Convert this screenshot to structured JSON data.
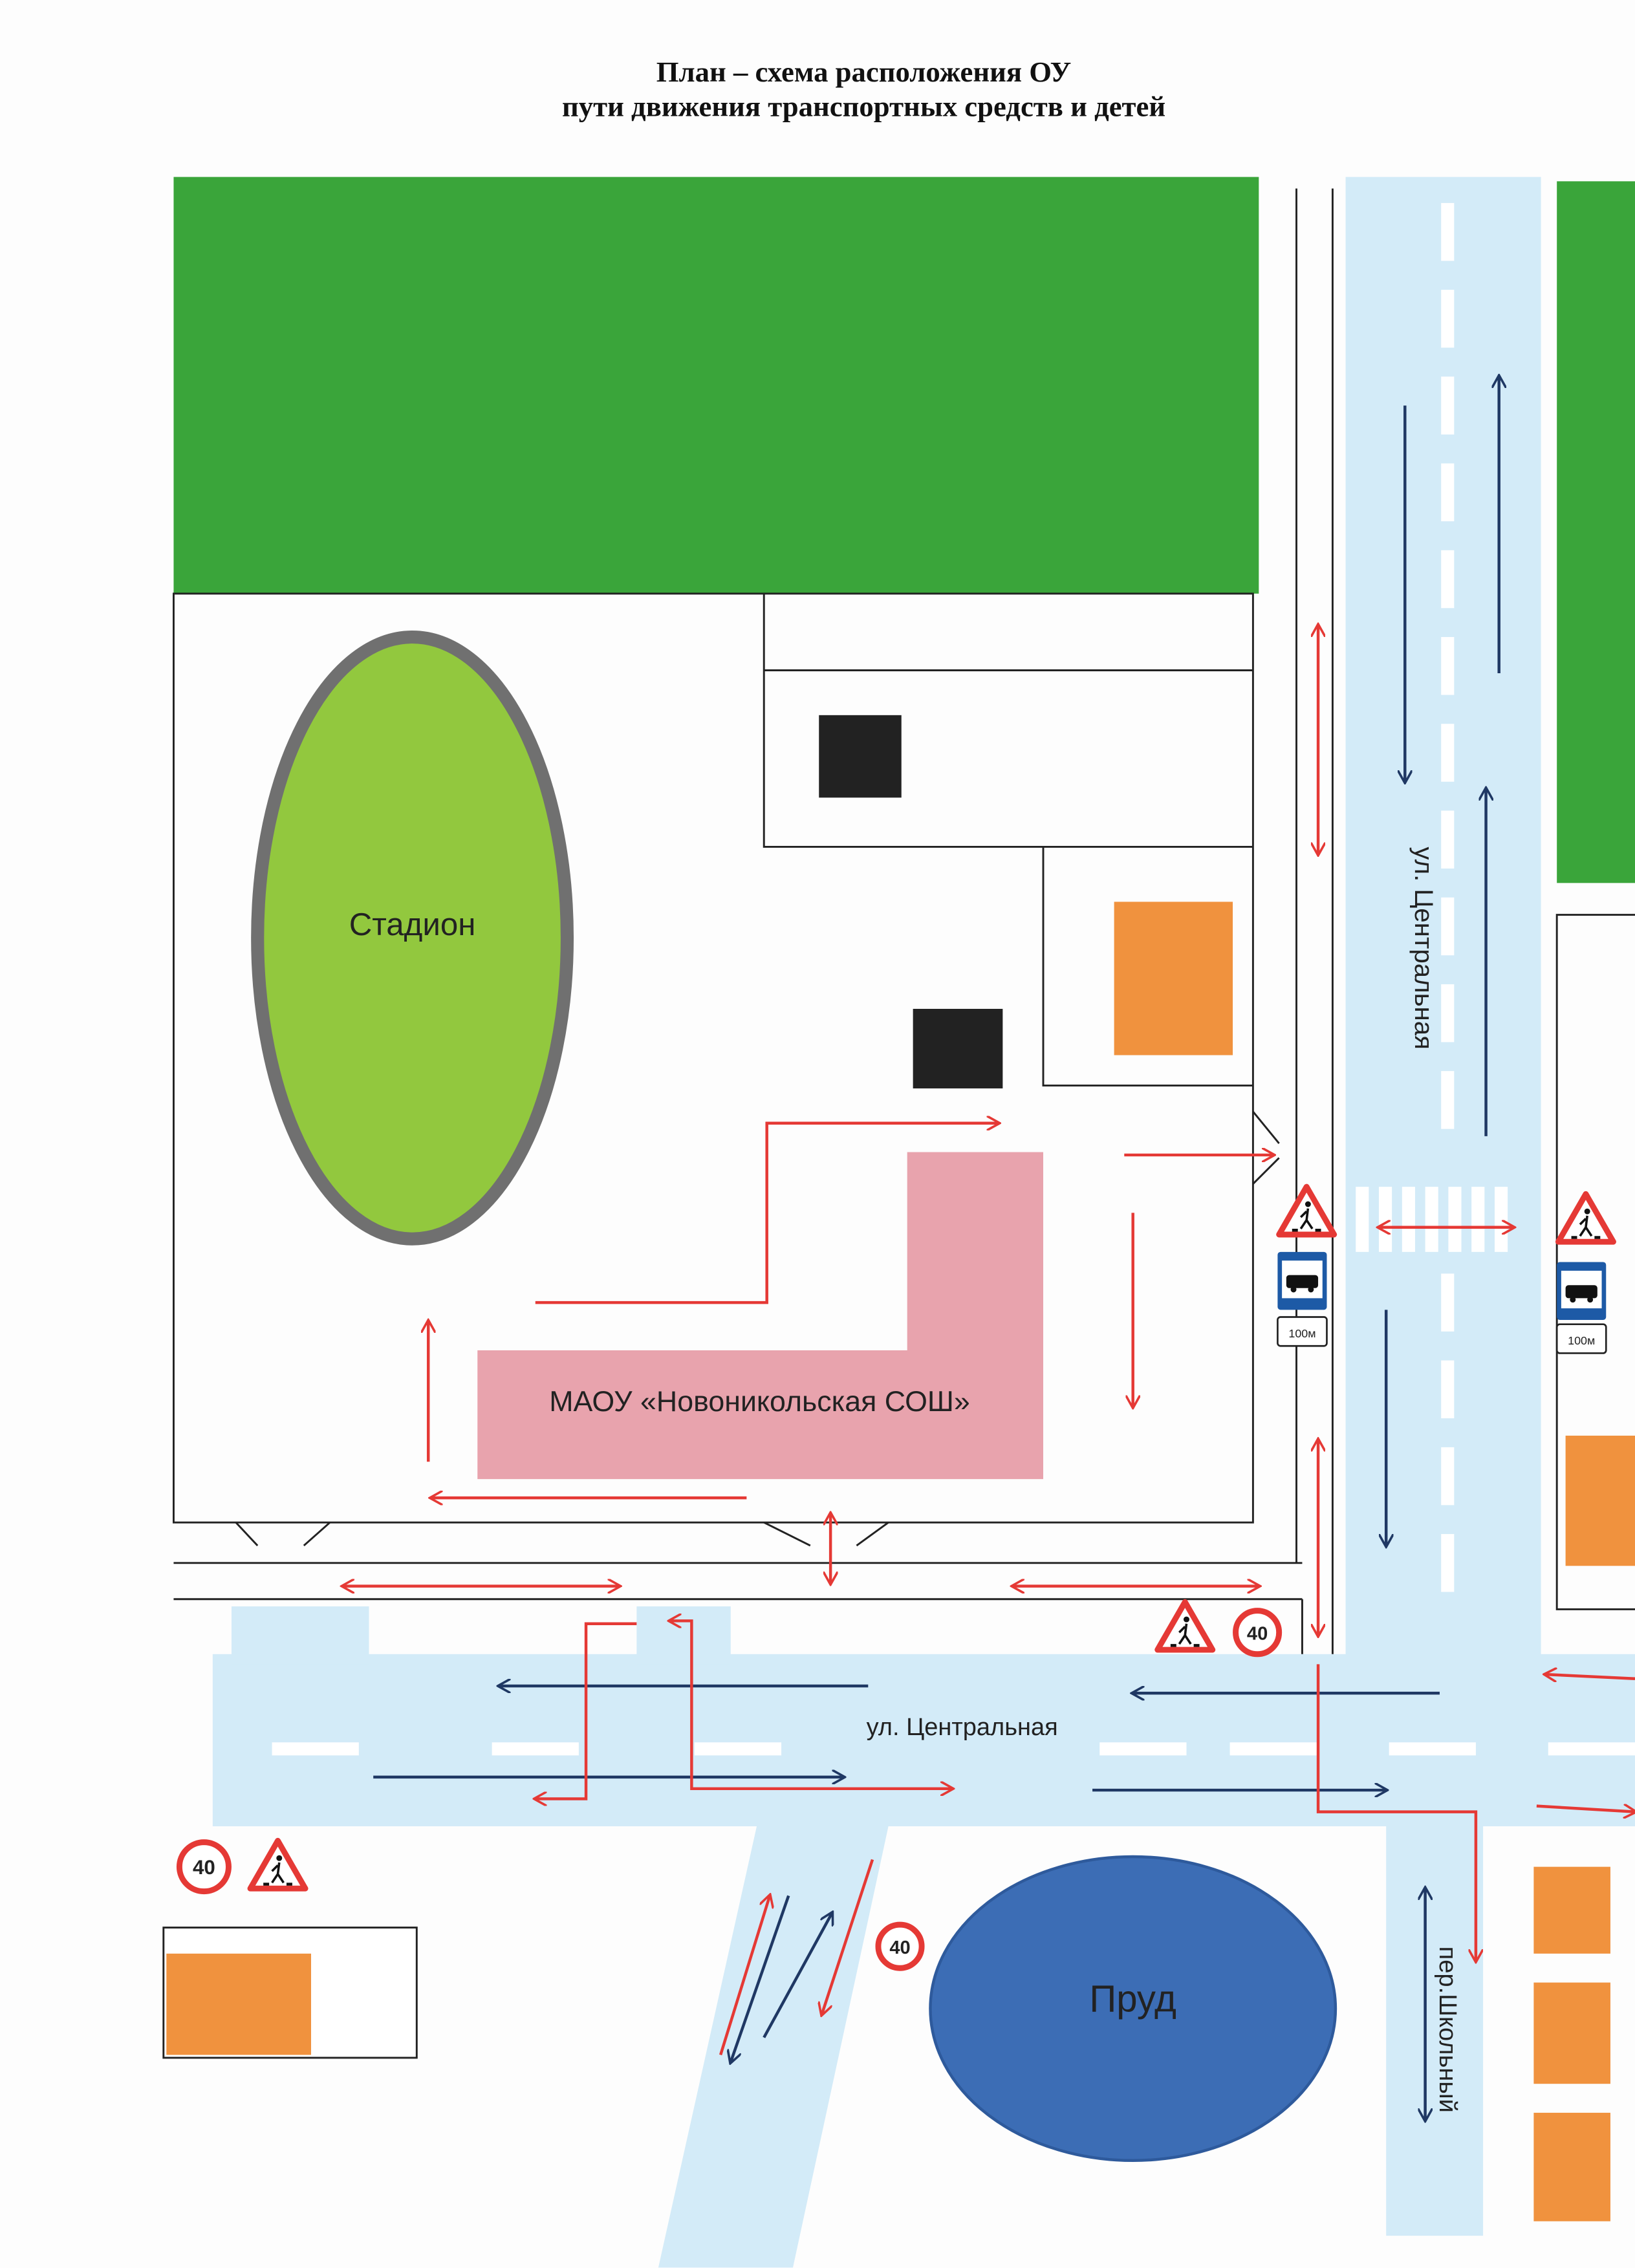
{
  "title": {
    "line1": "План – схема расположения ОУ",
    "line2": "пути движения транспортных средств и детей"
  },
  "labels": {
    "stadium": "Стадион",
    "school": "МАОУ «Новоникольская СОШ»",
    "street_vertical": "ул. Центральная",
    "street_horizontal": "ул. Центральная",
    "pond": "Пруд",
    "lane": "пер.Школьный"
  },
  "signs": {
    "speed_limit": "40",
    "bus_stop_plate": "100м",
    "pedestrian_warning": "pedestrian-crossing-icon",
    "bus_stop": "bus-stop-icon"
  },
  "colors": {
    "green_area": "#3aa53a",
    "stadium": "#92c83e",
    "road": "#d3ebf8",
    "school": "#e8a3ad",
    "building": "#f0923e",
    "pond": "#3c6db5",
    "vehicle_arrow": "#1f3864",
    "child_arrow": "#e53935"
  }
}
